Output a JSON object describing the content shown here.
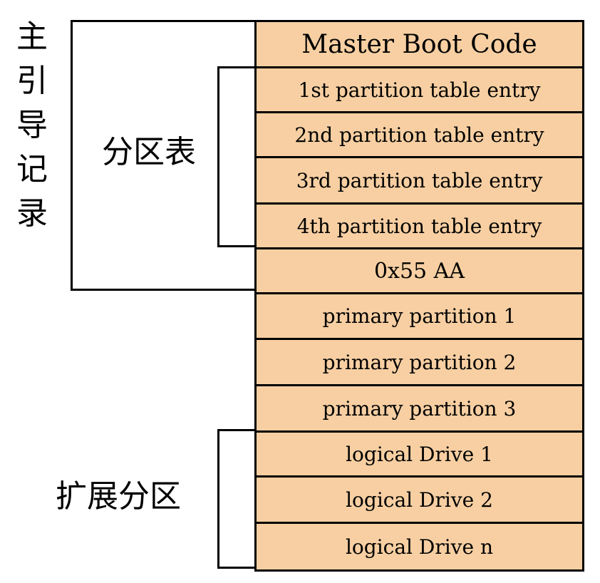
{
  "labels": {
    "mbr": [
      "主",
      "引",
      "导",
      "记",
      "录"
    ],
    "partition_table": "分区表",
    "extended_partition": "扩展分区"
  },
  "rows": [
    {
      "text": "Master Boot Code"
    },
    {
      "text": "1st partition table entry"
    },
    {
      "text": "2nd partition table entry"
    },
    {
      "text": "3rd partition table entry"
    },
    {
      "text": "4th partition table entry"
    },
    {
      "text": "0x55 AA"
    },
    {
      "text": "primary partition 1"
    },
    {
      "text": "primary partition 2"
    },
    {
      "text": "primary partition 3"
    },
    {
      "text": "logical Drive 1"
    },
    {
      "text": "logical Drive 2"
    },
    {
      "text": "logical Drive n"
    }
  ],
  "colors": {
    "cell_fill": "#f7cfa2",
    "border": "#000000"
  }
}
